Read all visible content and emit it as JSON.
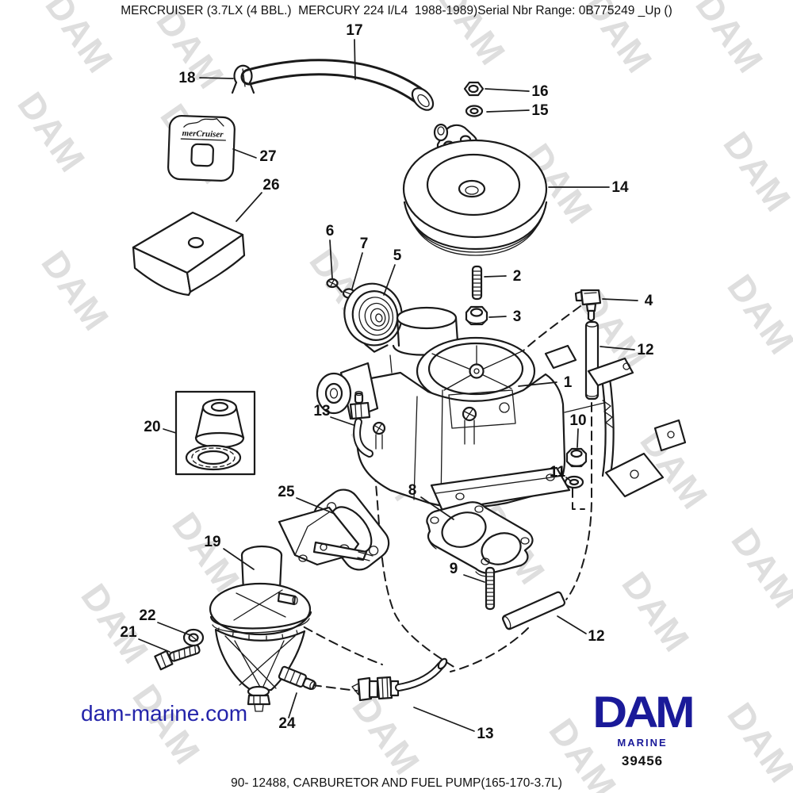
{
  "header": {
    "title": "MERCRUISER (3.7LX (4 BBL.)  MERCURY 224 I/L4  1988-1989)Serial Nbr Range: 0B775249 _Up ()"
  },
  "footer": {
    "caption": "90- 12488, CARBURETOR AND FUEL PUMP(165-170-3.7L)"
  },
  "branding": {
    "site_url": "dam-marine.com",
    "logo_text": "DAM",
    "logo_subtext": "MARINE",
    "drawing_number": "39456"
  },
  "colors": {
    "logo_blue": "#1a1a99",
    "link_blue": "#2424aa",
    "line_black": "#1a1a1a",
    "watermark_gray": "#dedede"
  },
  "watermark": {
    "text": "DAM"
  },
  "diagram": {
    "plate_logo": "merCruiser",
    "callouts": [
      {
        "num": "17"
      },
      {
        "num": "18"
      },
      {
        "num": "16"
      },
      {
        "num": "15"
      },
      {
        "num": "14"
      },
      {
        "num": "27"
      },
      {
        "num": "26"
      },
      {
        "num": "6"
      },
      {
        "num": "7"
      },
      {
        "num": "5"
      },
      {
        "num": "2"
      },
      {
        "num": "3"
      },
      {
        "num": "4"
      },
      {
        "num": "12"
      },
      {
        "num": "1"
      },
      {
        "num": "13"
      },
      {
        "num": "10"
      },
      {
        "num": "11"
      },
      {
        "num": "20"
      },
      {
        "num": "25"
      },
      {
        "num": "8"
      },
      {
        "num": "19"
      },
      {
        "num": "9"
      },
      {
        "num": "22"
      },
      {
        "num": "21"
      },
      {
        "num": "12"
      },
      {
        "num": "24"
      },
      {
        "num": "13"
      }
    ]
  }
}
